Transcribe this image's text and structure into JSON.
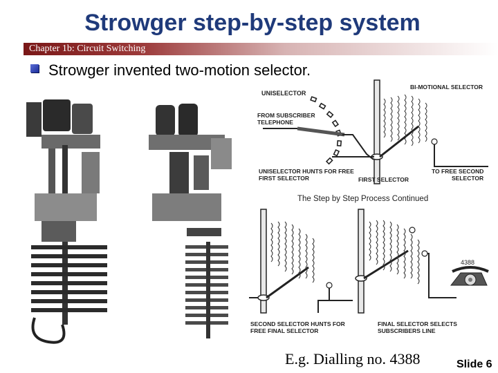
{
  "slide": {
    "title": "Strowger step-by-step system",
    "chapter": "Chapter 1b: Circuit Switching",
    "bullet": "Strowger invented two-motion selector.",
    "caption": "E.g. Dialling no. 4388",
    "slide_number": "Slide 6"
  },
  "diagram": {
    "uniselector_label": "UNISELECTOR",
    "bimotional_label": "BI-MOTIONAL SELECTOR",
    "from_subscriber_line1": "FROM SUBSCRIBER",
    "from_subscriber_line2": "TELEPHONE",
    "hunt_line1": "UNISELECTOR HUNTS FOR FREE",
    "hunt_line2": "FIRST SELECTOR",
    "first_selector": "FIRST SELECTOR",
    "free_second_line1": "TO FREE SECOND",
    "free_second_line2": "SELECTOR",
    "continued": "The Step by Step Process Continued",
    "second_hunts_line1": "SECOND SELECTOR HUNTS FOR",
    "second_hunts_line2": "FREE FINAL SELECTOR",
    "final_selects_line1": "FINAL SELECTOR SELECTS",
    "final_selects_line2": "SUBSCRIBERS LINE",
    "phone_number": "4388"
  },
  "colors": {
    "title": "#1f3a7a",
    "chapter_bar": "#7a1818",
    "bullet": "#1b2d9b"
  },
  "icons": [
    "square-bullet-icon",
    "telephone-icon"
  ]
}
